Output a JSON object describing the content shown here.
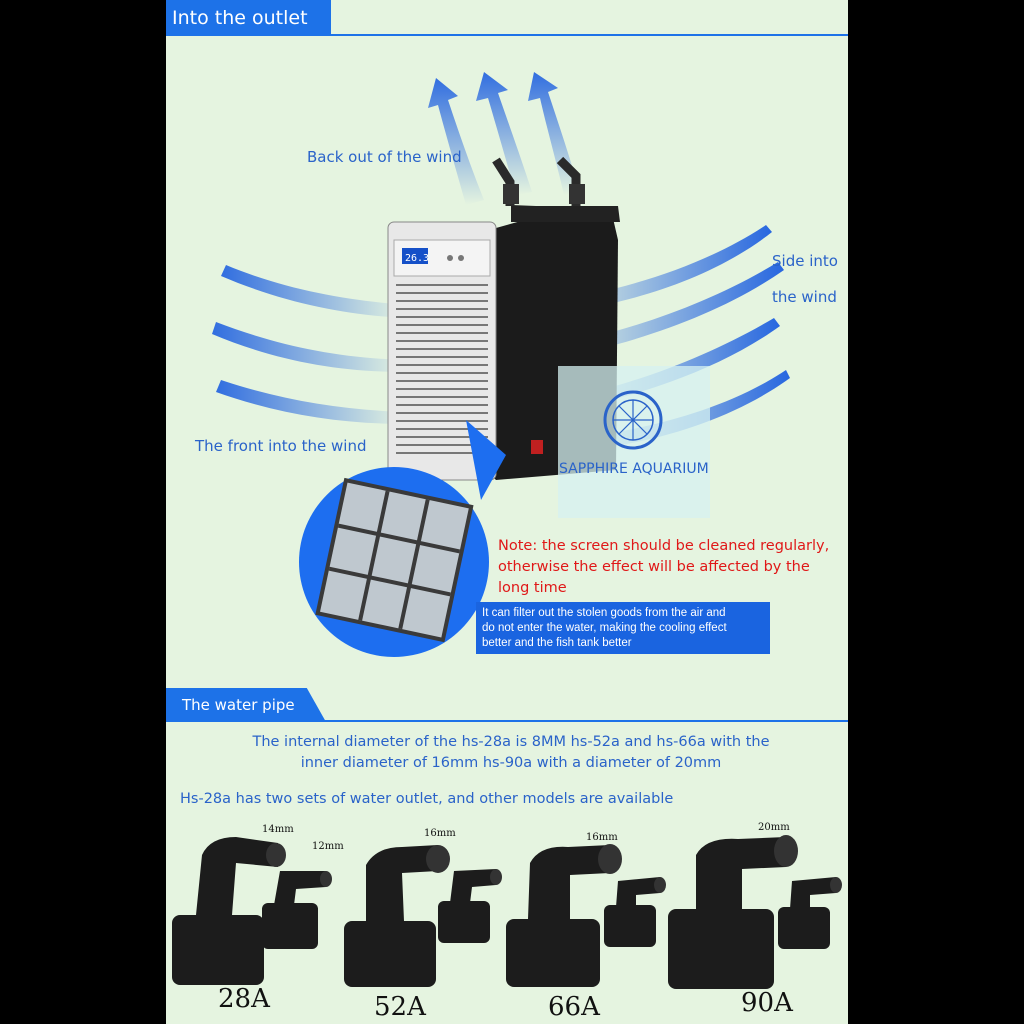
{
  "section1": {
    "title": "Into the outlet"
  },
  "labels": {
    "back": "Back out of the wind",
    "side1": "Side into",
    "side2": "the wind",
    "front": "The front into the wind"
  },
  "chiller": {
    "display": "26.3",
    "brand": "SAPPHIRE AQUARIUM"
  },
  "note": {
    "line1": "Note: the screen should be cleaned regularly,",
    "line2": "otherwise the effect will be affected by the",
    "line3": "long time"
  },
  "info": {
    "line1": "It can filter out the stolen goods from the air and",
    "line2": "do not enter the water, making the cooling effect",
    "line3": "better and the fish tank better"
  },
  "section2": {
    "title": "The water pipe"
  },
  "description": {
    "line1": "The internal diameter of the hs-28a is 8MM hs-52a and hs-66a with the",
    "line2": "inner diameter of 16mm hs-90a with a diameter of 20mm",
    "line3": "Hs-28a has two sets of water outlet, and other models are available"
  },
  "pipes": [
    {
      "model": "28A",
      "size": "14mm",
      "size2": "12mm"
    },
    {
      "model": "52A",
      "size": "16mm"
    },
    {
      "model": "66A",
      "size": "16mm"
    },
    {
      "model": "90A",
      "size": "20mm"
    }
  ],
  "colors": {
    "accent": "#1d72e8",
    "background": "#e5f4e0",
    "note": "#e01818",
    "text": "#2a63c9"
  }
}
